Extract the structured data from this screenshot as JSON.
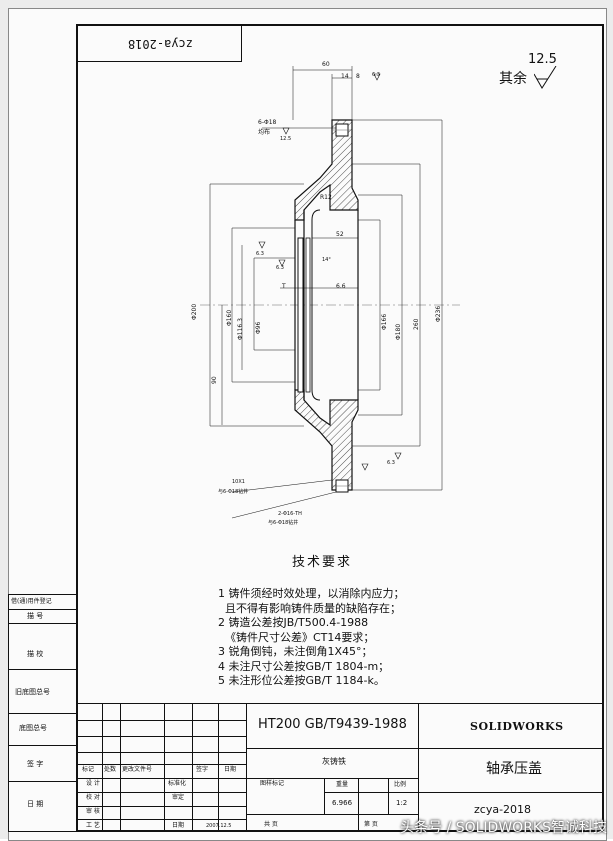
{
  "header_box": {
    "text": "zcya-2018"
  },
  "roughness": {
    "value": "12.5",
    "label": "其余"
  },
  "dims": {
    "top_60": "60",
    "top_14": "14",
    "top_8": "8",
    "holes": "6-Φ18",
    "holes_sub": "均布",
    "holes_ra": "12.5",
    "r12": "R12",
    "d52": "52",
    "d14deg": "14°",
    "t": "T",
    "d66": "6.6",
    "d200": "Φ200",
    "d160": "Φ160",
    "d116": "Φ116.3",
    "d96": "Φ96",
    "d90": "90",
    "d166": "Φ166",
    "d180": "Φ180",
    "d260": "260",
    "d236": "Φ236",
    "ra63a": "6.3",
    "ra63b": "6.3",
    "ra63c": "6.3",
    "ra63d": "6.3",
    "thread1": "10X1",
    "thread1b": "与6-Φ18钻井",
    "thread2": "2-Φ16-TH",
    "thread2b": "与6-Φ18钻井"
  },
  "tech": {
    "title": "技术要求",
    "items": [
      "1 铸件须经时效处理，以消除内应力；",
      "  且不得有影响铸件质量的缺陷存在；",
      "2 铸造公差按JB/T500.4-1988",
      "  《铸件尺寸公差》CT14要求；",
      "3 锐角倒钝，未注倒角1X45°；",
      "4 未注尺寸公差按GB/T 1804-m；",
      "5 未注形位公差按GB/T 1184-k。"
    ]
  },
  "left_strip": {
    "labels": [
      "借(通)用件登记",
      "描  号",
      "描  校",
      "旧底图总号",
      "底图总号",
      "签  字",
      "日  期"
    ]
  },
  "title_block": {
    "material": "HT200 GB/T9439-1988",
    "material_sub": "灰铸铁",
    "brand": "SOLIDWORKS",
    "part_name": "轴承压盖",
    "drawing_no": "zcya-2018",
    "stage_label": "图样标记",
    "weight_label": "重量",
    "scale_label": "比例",
    "weight": "6.966",
    "scale": "1:2",
    "sheets_label": "共  页",
    "sheet_label": "第  页",
    "rows": [
      {
        "c1": "标记",
        "c2": "处数",
        "c3": "更改文件号",
        "c4": "签字",
        "c5": "日期"
      },
      {
        "c1": "设  计",
        "c2": "",
        "c3": "标准化",
        "c4": "",
        "c5": ""
      },
      {
        "c1": "校  对",
        "c2": "",
        "c3": "审定",
        "c4": "",
        "c5": ""
      },
      {
        "c1": "审  核",
        "c2": "",
        "c3": "",
        "c4": "",
        "c5": ""
      },
      {
        "c1": "工  艺",
        "c2": "",
        "c3": "日期",
        "c4": "2007.12.5",
        "c5": ""
      }
    ]
  },
  "watermark": "头条号 / SOLIDWORKS智诚科技"
}
